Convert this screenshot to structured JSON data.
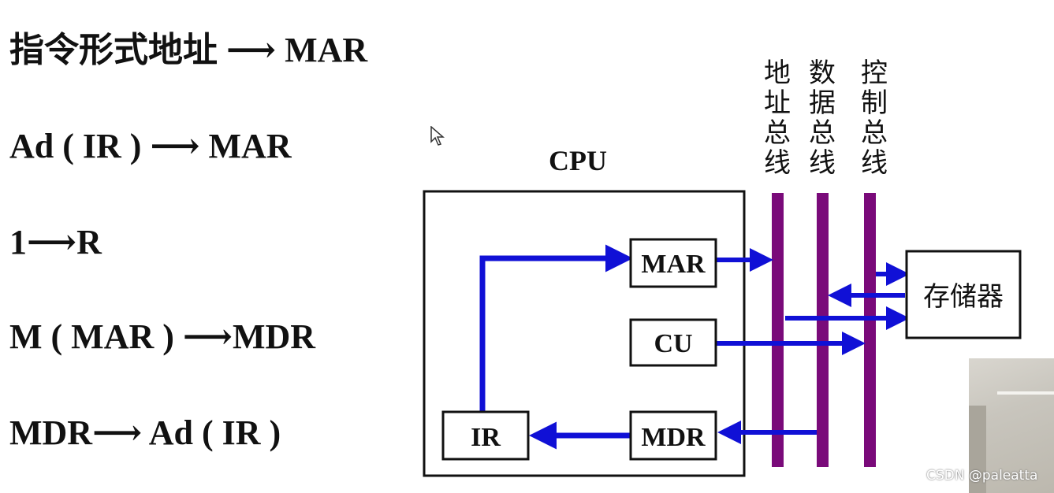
{
  "steps": [
    {
      "from": "指令形式地址",
      "to": "MAR"
    },
    {
      "from": "Ad ( IR )",
      "to": "MAR"
    },
    {
      "from": "1",
      "to": "R"
    },
    {
      "from": "M ( MAR )",
      "to": "MDR"
    },
    {
      "from": "MDR",
      "to": "Ad ( IR )"
    }
  ],
  "arrow_glyph": "⟶",
  "diagram": {
    "cpu_label": "CPU",
    "registers": {
      "mar": "MAR",
      "cu": "CU",
      "ir": "IR",
      "mdr": "MDR"
    },
    "memory_label": "存储器",
    "buses": {
      "address": "地址总线",
      "data": "数据总线",
      "control": "控制总线"
    }
  },
  "colors": {
    "arrow": "#1010d6",
    "bus": "#7a0a7a",
    "text": "#111111"
  },
  "watermark": "CSDN @paleatta",
  "icons": {
    "cursor": "mouse-pointer-icon"
  }
}
